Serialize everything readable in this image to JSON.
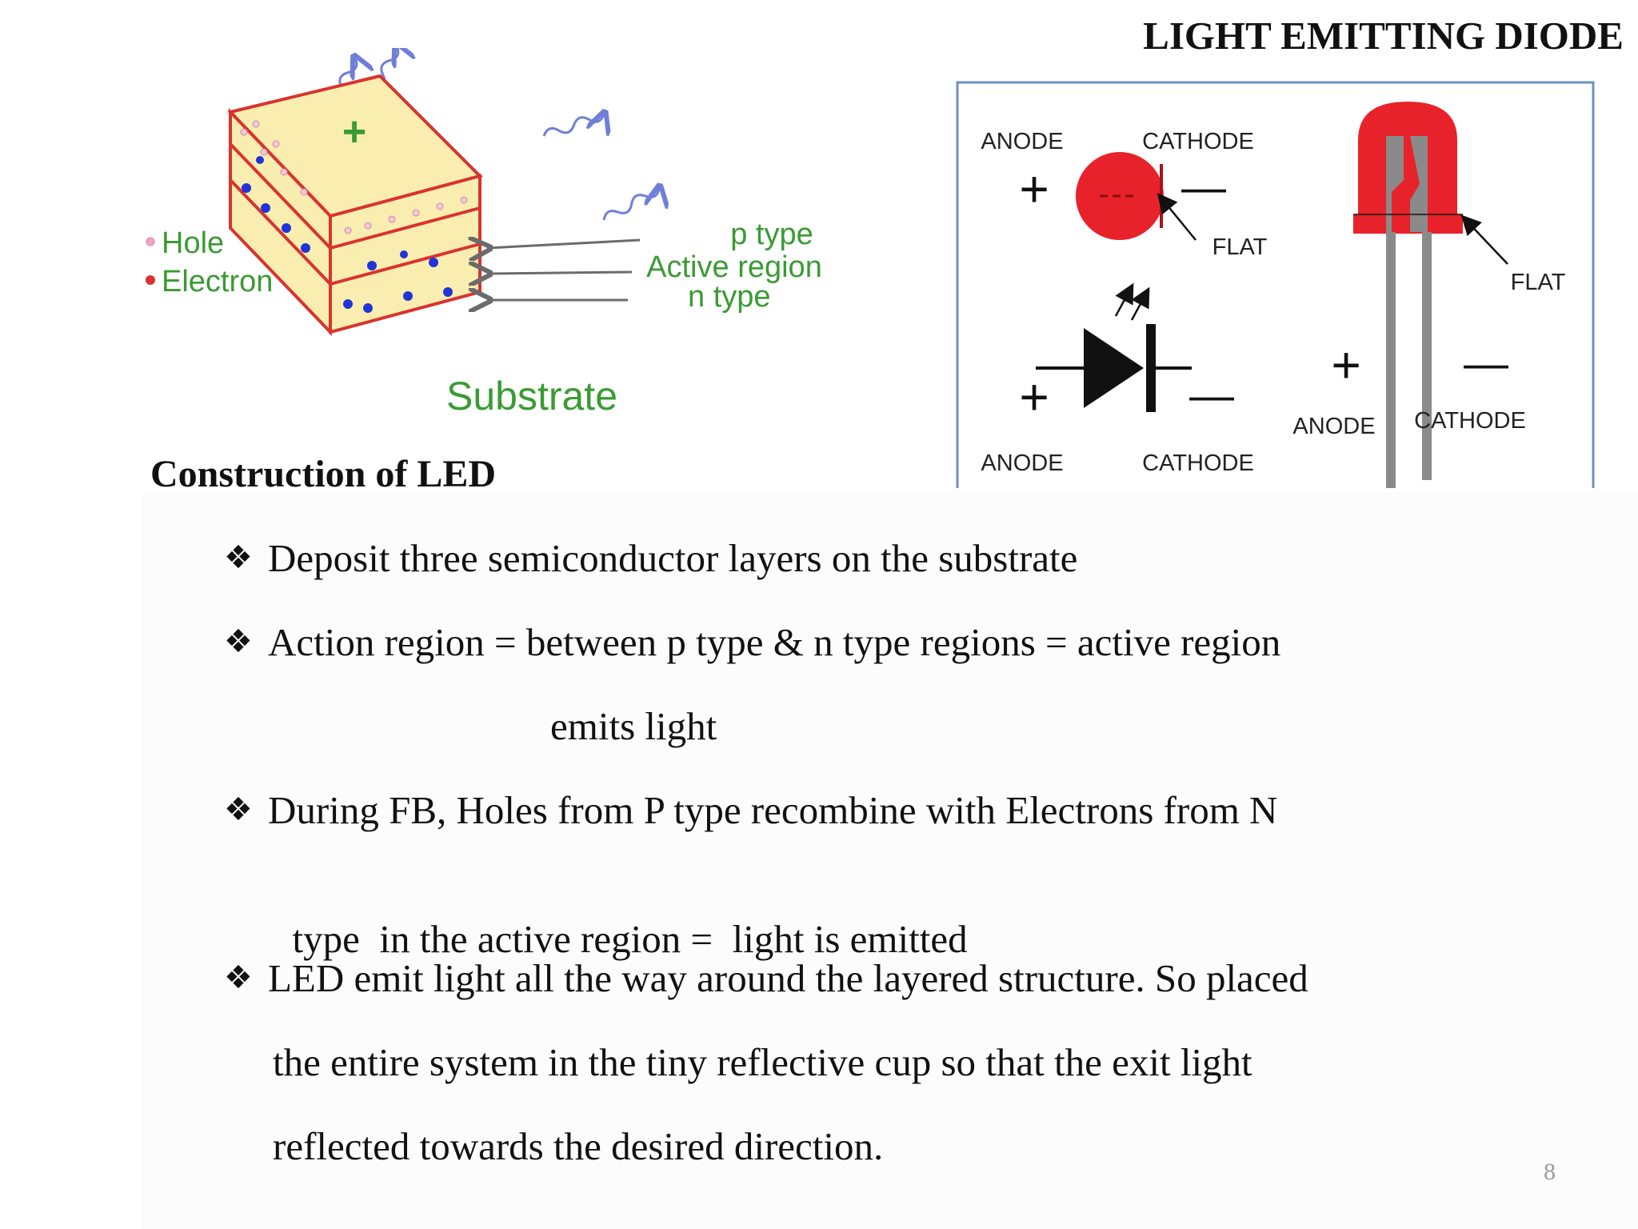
{
  "slide": {
    "title": "LIGHT EMITTING DIODE",
    "page_number": "8"
  },
  "construction_figure": {
    "plus_label": "+",
    "legend": {
      "hole": "Hole",
      "electron": "Electron"
    },
    "layer_labels": {
      "p_type": "p type",
      "active_region": "Active region",
      "n_type": "n type"
    },
    "substrate_label": "Substrate",
    "colors": {
      "block": "#f9eeb0",
      "outline": "#d9332f",
      "label_green": "#3a9b33",
      "electron_dot": "#2034d8",
      "hole_dot": "#f2a3c2",
      "photon": "#6f7fd8"
    }
  },
  "symbol_figure": {
    "anode_top": "ANODE",
    "cathode_top": "CATHODE",
    "plus_top": "+",
    "minus_top": "—",
    "flat_left": "FLAT",
    "plus_mid": "+",
    "minus_mid": "—",
    "anode_bottom": "ANODE",
    "cathode_bottom": "CATHODE",
    "flat_right": "FLAT",
    "plus_right": "+",
    "minus_right": "—",
    "anode_right": "ANODE",
    "cathode_right": "CATHODE",
    "colors": {
      "led_red": "#e8222a",
      "lead_gray": "#8a8a8a",
      "border": "#6d8fc3"
    }
  },
  "section": {
    "heading": "Construction of LED",
    "bullet_glyph": "❖",
    "lines": [
      {
        "text": "Deposit three semiconductor layers on the substrate"
      },
      {
        "text": "Action region =   between p type & n type regions = active region"
      },
      {
        "text": "emits light"
      },
      {
        "text": "During FB, Holes from P type recombine with Electrons from N"
      },
      {
        "text": "type  in the active region =  light is emitted"
      },
      {
        "text": "LED emit light all the way around the layered structure. So placed"
      },
      {
        "text": "the entire system in the tiny reflective cup so that the exit light"
      },
      {
        "text": "reflected towards the desired direction."
      }
    ]
  }
}
